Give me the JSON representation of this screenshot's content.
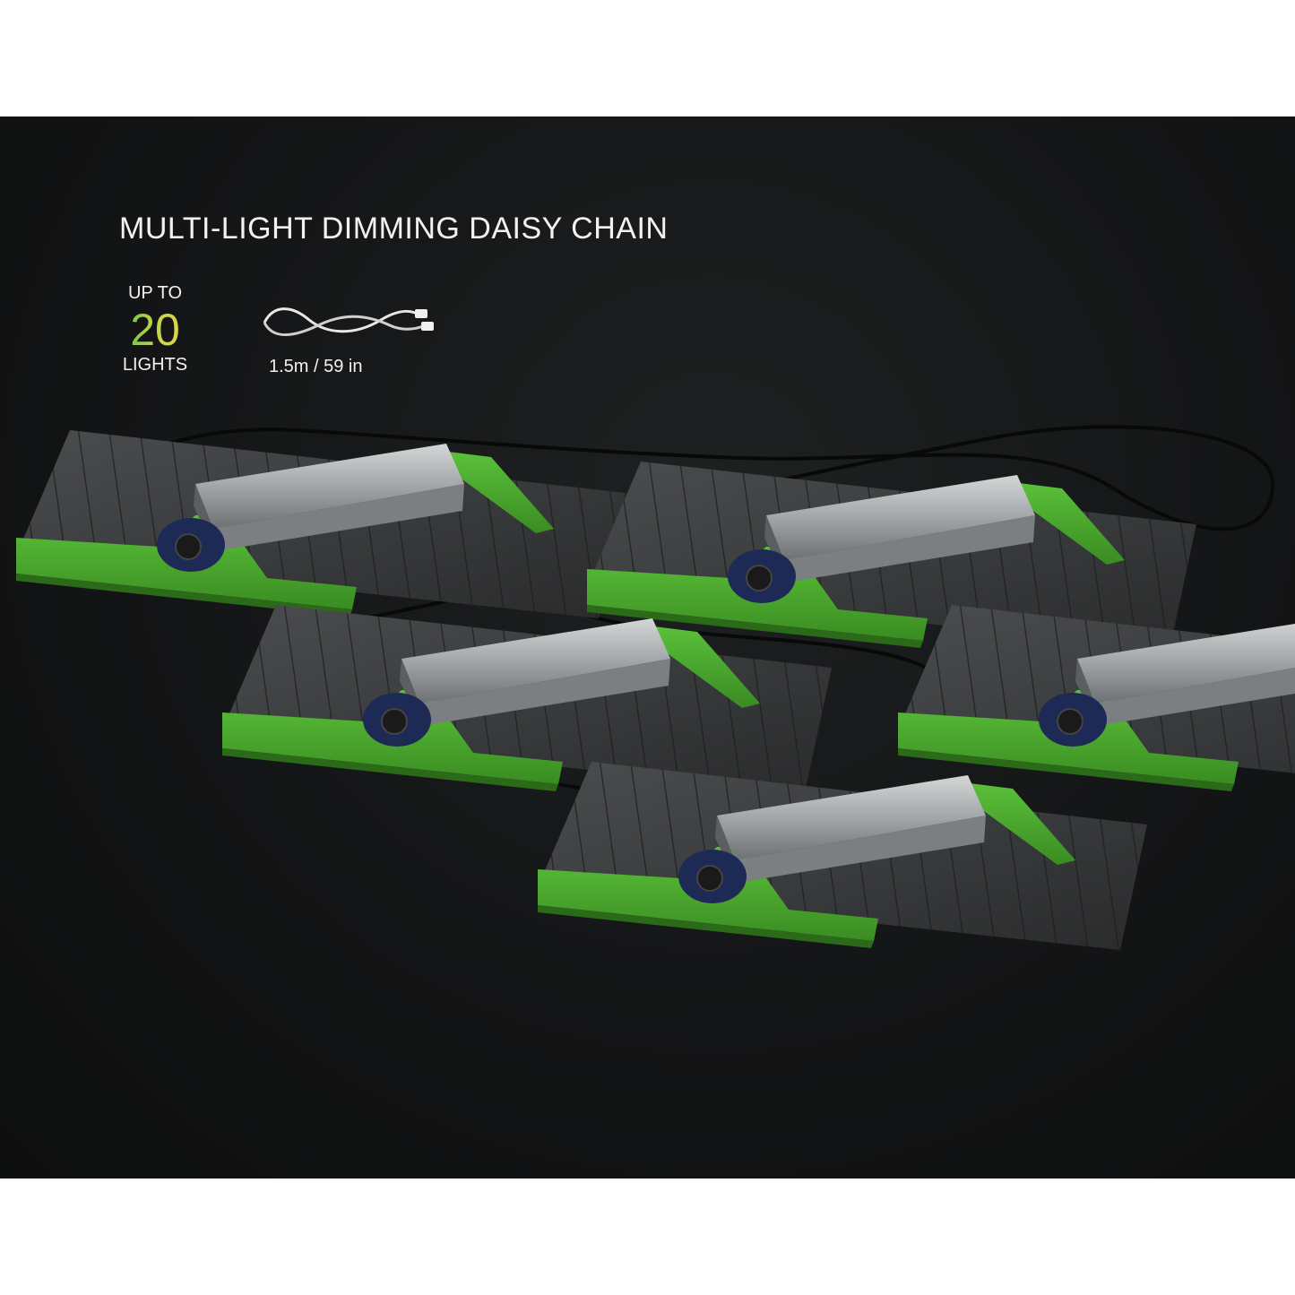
{
  "banner": {
    "title": "MULTI-LIGHT DIMMING DAISY CHAIN",
    "count_prefix": "UP TO",
    "count_value": "20",
    "count_suffix": "LIGHTS",
    "cable_length": "1.5m / 59 in"
  },
  "colors": {
    "background": "#141516",
    "accent_green": "#4aa82a",
    "dimmer_blue": "#1c2a55",
    "driver_silver": "#a3a6a8",
    "panel_dark": "#3a3c3e"
  },
  "icons": [
    "cable-icon",
    "grow-light-fixture",
    "dimmer-knob-icon"
  ]
}
